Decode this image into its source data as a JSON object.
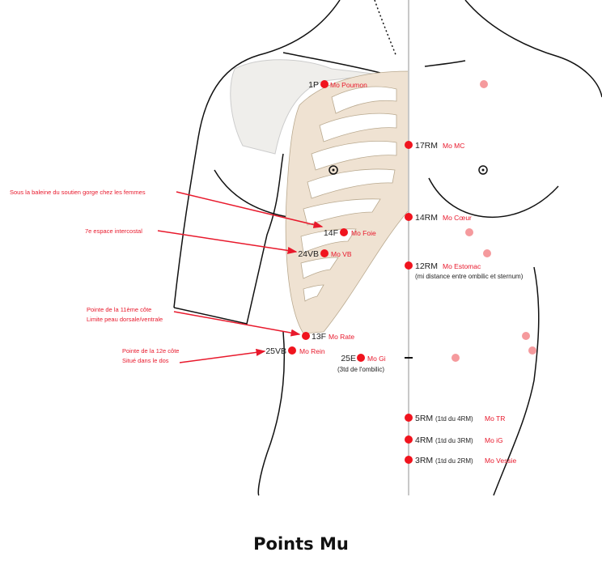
{
  "title": "Points Mu",
  "colors": {
    "point": "#f0141e",
    "mirror_point": "#f59a9d",
    "rib": "#efe2d2",
    "midline": "#c8c8c8"
  },
  "points": [
    {
      "code": "1P",
      "mo": "Mo Poumon"
    },
    {
      "code": "17RM",
      "mo": "Mo MC"
    },
    {
      "code": "14RM",
      "mo": "Mo Cœur"
    },
    {
      "code": "14F",
      "mo": "Mo Foie"
    },
    {
      "code": "24VB",
      "mo": "Mo VB"
    },
    {
      "code": "12RM",
      "mo": "Mo Estomac",
      "note": "(mi distance entre ombilic et sternum)"
    },
    {
      "code": "13F",
      "mo": "Mo Rate"
    },
    {
      "code": "25VB",
      "mo": "Mo Rein"
    },
    {
      "code": "25E",
      "mo": "Mo Gi",
      "note": "(3td de l'ombilic)"
    },
    {
      "code": "5RM",
      "note": "(1td du 4RM)",
      "mo": "Mo TR"
    },
    {
      "code": "4RM",
      "note": "(1td du 3RM)",
      "mo": "Mo iG"
    },
    {
      "code": "3RM",
      "note": "(1td du 2RM)",
      "mo": "Mo Vessie"
    }
  ],
  "annotations": [
    {
      "lines": [
        "Sous la baleine du soutien gorge chez les femmes"
      ]
    },
    {
      "lines": [
        "7e espace intercostal"
      ]
    },
    {
      "lines": [
        "Pointe de la 11ème côte",
        "Limite peau dorsale/ventrale"
      ]
    },
    {
      "lines": [
        "Pointe de la 12e côte",
        "Situé dans le dos"
      ]
    }
  ]
}
